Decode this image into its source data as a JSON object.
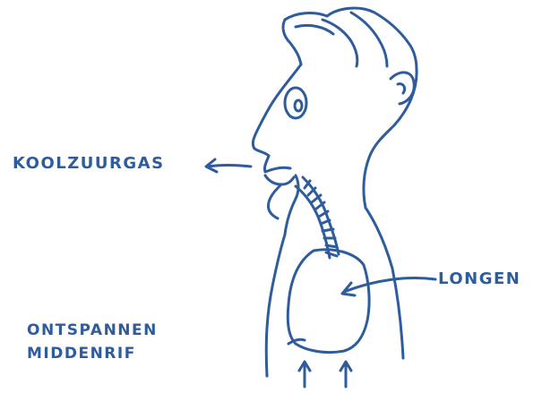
{
  "diagram": {
    "labels": {
      "exhaled_gas": "KOOLZUURGAS",
      "lungs": "LONGEN",
      "diaphragm_line1": "ONTSPANNEN",
      "diaphragm_line2": "MIDDENRIF"
    },
    "colors": {
      "ink": "#2e5c9c",
      "background": "#ffffff"
    }
  }
}
